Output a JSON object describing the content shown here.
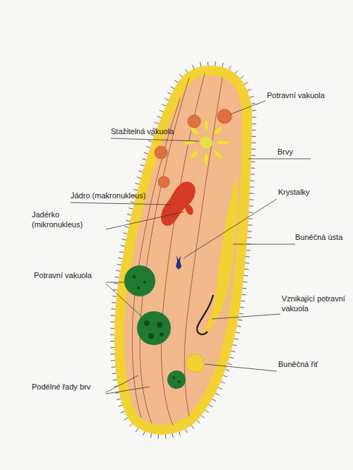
{
  "diagram": {
    "labels": [
      "Potravní vakuola",
      "Stažitelná vakuola",
      "Brvy",
      "Jádro (makronukleus)",
      "Krystalky",
      "Jadérko (mikronukleus)",
      "Buněčná ústa",
      "Potravní vakuola",
      "Vznikající potravní vakuola",
      "Buněčná řiť",
      "Podélné řady brv"
    ]
  }
}
